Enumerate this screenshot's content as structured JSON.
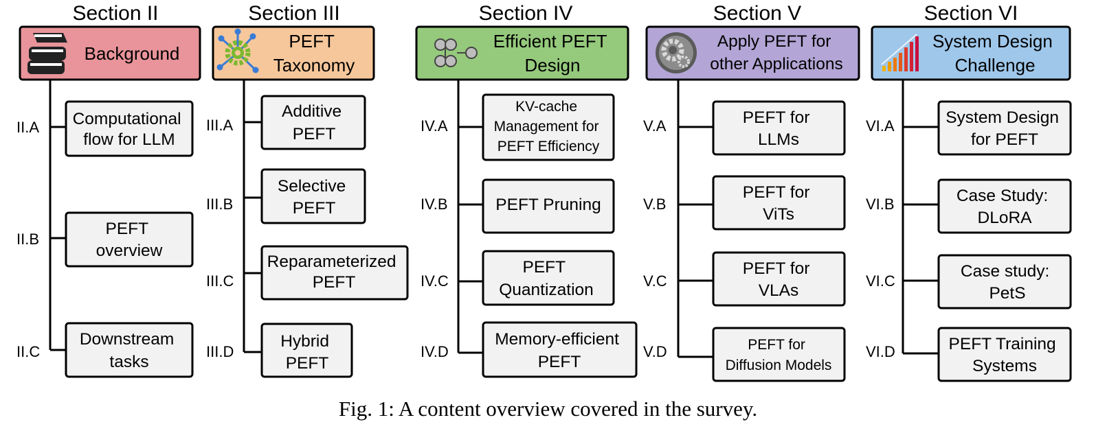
{
  "columns": [
    {
      "title": "Section II",
      "header": {
        "lines": [
          "Background"
        ],
        "color": "#e8949a",
        "icon": "books-icon"
      },
      "items": [
        {
          "label": "II.A",
          "lines": [
            "Computational",
            "flow for LLM"
          ]
        },
        {
          "label": "II.B",
          "lines": [
            "PEFT",
            "overview"
          ]
        },
        {
          "label": "II.C",
          "lines": [
            "Downstream",
            "tasks"
          ]
        }
      ]
    },
    {
      "title": "Section III",
      "header": {
        "lines": [
          "PEFT",
          "Taxonomy"
        ],
        "color": "#f6c79b",
        "icon": "network-gear-icon"
      },
      "items": [
        {
          "label": "III.A",
          "lines": [
            "Additive",
            "PEFT"
          ]
        },
        {
          "label": "III.B",
          "lines": [
            "Selective",
            "PEFT"
          ]
        },
        {
          "label": "III.C",
          "lines": [
            "Reparameterized",
            "PEFT"
          ]
        },
        {
          "label": "III.D",
          "lines": [
            "Hybrid",
            "PEFT"
          ]
        }
      ]
    },
    {
      "title": "Section IV",
      "header": {
        "lines": [
          "Efficient PEFT",
          "Design"
        ],
        "color": "#95c97c",
        "icon": "cluster-nodes-icon"
      },
      "items": [
        {
          "label": "IV.A",
          "lines": [
            "KV-cache",
            "Management for",
            "PEFT Efficiency"
          ]
        },
        {
          "label": "IV.B",
          "lines": [
            "PEFT Pruning"
          ]
        },
        {
          "label": "IV.C",
          "lines": [
            "PEFT",
            "Quantization"
          ]
        },
        {
          "label": "IV.D",
          "lines": [
            "Memory-efficient",
            "PEFT"
          ]
        }
      ]
    },
    {
      "title": "Section V",
      "header": {
        "lines": [
          "Apply PEFT for",
          "other Applications"
        ],
        "color": "#b3a6d6",
        "icon": "gears-icon"
      },
      "items": [
        {
          "label": "V.A",
          "lines": [
            "PEFT for",
            "LLMs"
          ]
        },
        {
          "label": "V.B",
          "lines": [
            "PEFT for",
            "ViTs"
          ]
        },
        {
          "label": "V.C",
          "lines": [
            "PEFT for",
            "VLAs"
          ]
        },
        {
          "label": "V.D",
          "lines": [
            "PEFT for",
            "Diffusion Models"
          ]
        }
      ]
    },
    {
      "title": "Section VI",
      "header": {
        "lines": [
          "System Design",
          "Challenge"
        ],
        "color": "#9fc7ea",
        "icon": "bar-chart-icon"
      },
      "items": [
        {
          "label": "VI.A",
          "lines": [
            "System Design",
            "for PEFT"
          ]
        },
        {
          "label": "VI.B",
          "lines": [
            "Case Study:",
            "DLoRA"
          ]
        },
        {
          "label": "VI.C",
          "lines": [
            "Case study:",
            "PetS"
          ]
        },
        {
          "label": "VI.D",
          "lines": [
            "PEFT Training",
            "Systems"
          ]
        }
      ]
    }
  ],
  "colors": {
    "box_fill": "#f2f2f2",
    "stroke": "#000000"
  },
  "caption": "Fig. 1: A content overview covered in the survey."
}
